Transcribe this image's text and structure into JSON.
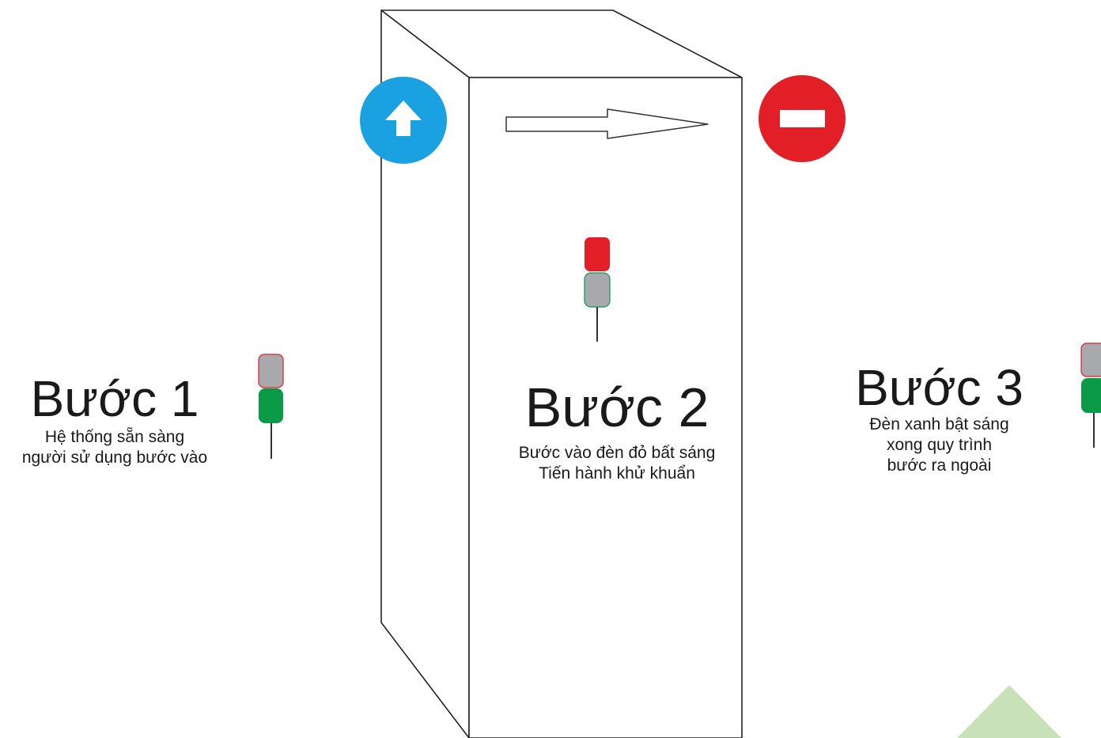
{
  "steps": [
    {
      "title": "Bước 1",
      "desc_line1": "Hệ thống sẵn sàng",
      "desc_line2": "người sử dụng bước vào"
    },
    {
      "title": "Bước 2",
      "desc_line1": "Bước vào đèn đỏ bất sáng",
      "desc_line2": "Tiến hành khử khuẩn"
    },
    {
      "title": "Bước 3",
      "desc_line1": "Đèn xanh bật sáng",
      "desc_line2": "xong quy trình",
      "desc_line3": "bước ra ngoài"
    }
  ],
  "signals": [
    {
      "state": "green",
      "top_lamp": "off",
      "bottom_lamp": "on"
    },
    {
      "state": "red",
      "top_lamp": "on",
      "bottom_lamp": "off"
    },
    {
      "state": "green",
      "top_lamp": "off",
      "bottom_lamp": "on"
    }
  ],
  "icons": {
    "entry": "arrow-up-icon",
    "exit": "no-entry-icon",
    "direction": "arrow-right-icon"
  },
  "colors": {
    "lamp_red": "#e21e26",
    "lamp_green": "#0a9a48",
    "lamp_off": "#a7a9ac",
    "entry_sign": "#1aa1e1",
    "exit_sign": "#e21e26",
    "watermark": "#c9e1b8"
  }
}
